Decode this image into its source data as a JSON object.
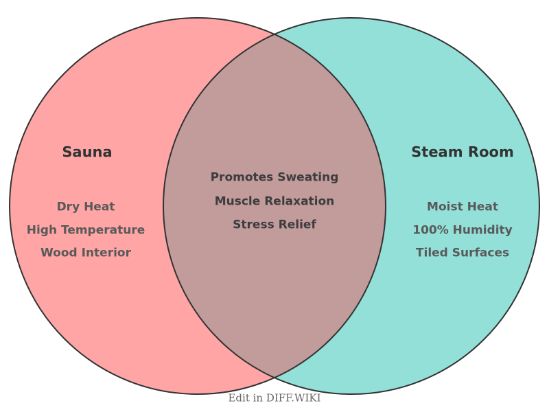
{
  "diagram": {
    "type": "venn",
    "left": {
      "title": "Sauna",
      "items": [
        "Dry Heat",
        "High Temperature",
        "Wood Interior"
      ],
      "fill_color": "#FFA5A5"
    },
    "right": {
      "title": "Steam Room",
      "items": [
        "Moist Heat",
        "100% Humidity",
        "Tiled Surfaces"
      ],
      "fill_color": "#93E0D8"
    },
    "overlap": {
      "items": [
        "Promotes Sweating",
        "Muscle Relaxation",
        "Stress Relief"
      ],
      "fill_color": "#C29B9B"
    },
    "outline_color": "#333333",
    "title_text_color": "#333333",
    "item_text_color": "#595959",
    "overlap_text_color": "#3d3d3d",
    "footer": {
      "label": "Edit in DIFF.WIKI",
      "text_color": "#666666"
    }
  }
}
